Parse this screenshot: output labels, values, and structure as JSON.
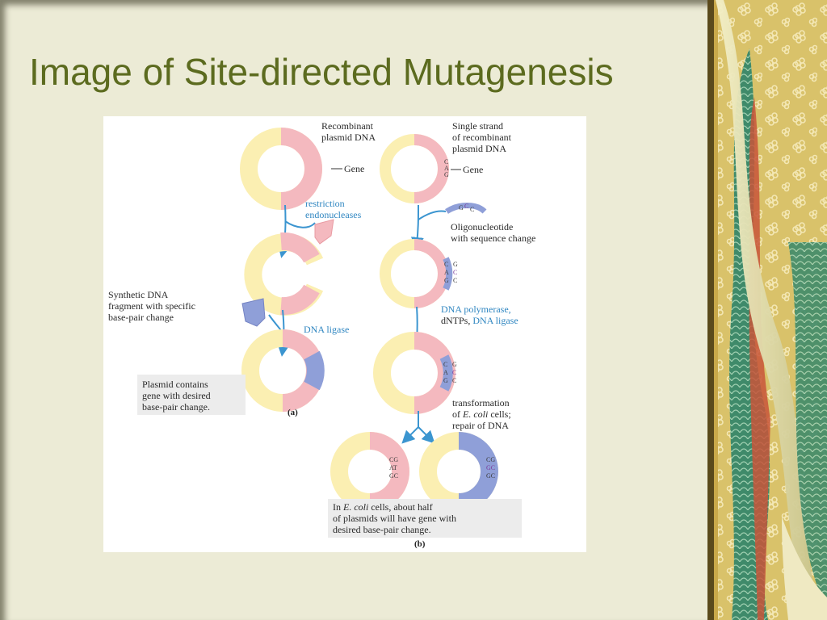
{
  "slide": {
    "title": "Image of Site-directed Mutagenesis"
  },
  "colors": {
    "background": "#ecebd6",
    "title": "#5c6b1f",
    "plasmid": "#fbefb2",
    "plasmid_outline": "#e8d98a",
    "gene": "#f4b9bf",
    "mutant_fragment": "#8f9fd8",
    "label_blue": "#2f86c1",
    "arrow": "#3b95d0"
  },
  "panel_a": {
    "recombinant_plasmid": [
      "Recombinant",
      "plasmid DNA"
    ],
    "gene": "Gene",
    "restriction": [
      "restriction",
      "endonucleases"
    ],
    "synthetic_fragment": [
      "Synthetic DNA",
      "fragment with specific",
      "base-pair change"
    ],
    "ligase": "DNA ligase",
    "result": [
      "Plasmid contains",
      "gene with desired",
      "base-pair change."
    ],
    "caption": "(a)"
  },
  "panel_b": {
    "single_strand": [
      "Single strand",
      "of recombinant",
      "plasmid DNA"
    ],
    "gene": "Gene",
    "oligo": [
      "Oligonucleotide",
      "with sequence change"
    ],
    "polymerase_1": "DNA polymerase,",
    "polymerase_2a": "dNTPs, ",
    "polymerase_2b": "DNA ligase",
    "transformation_1": "transformation",
    "transformation_2a": "of ",
    "transformation_2b": "E. coli",
    "transformation_2c": " cells;",
    "transformation_3": "repair of DNA",
    "result_1a": "In ",
    "result_1b": "E. coli",
    "result_1c": " cells, about half",
    "result_2": "of plasmids will have gene with",
    "result_3": "desired base-pair change.",
    "caption": "(b)",
    "bases": {
      "single_strand": [
        "C",
        "A",
        "G"
      ],
      "oligo": [
        "G",
        "C",
        "C"
      ],
      "annealed_left": [
        "C",
        "A",
        "G"
      ],
      "annealed_right": [
        "G",
        "C",
        "C"
      ],
      "wild_type": [
        "CG",
        "AT",
        "GC"
      ],
      "mutant": [
        "CG",
        "GC",
        "GC"
      ]
    }
  }
}
